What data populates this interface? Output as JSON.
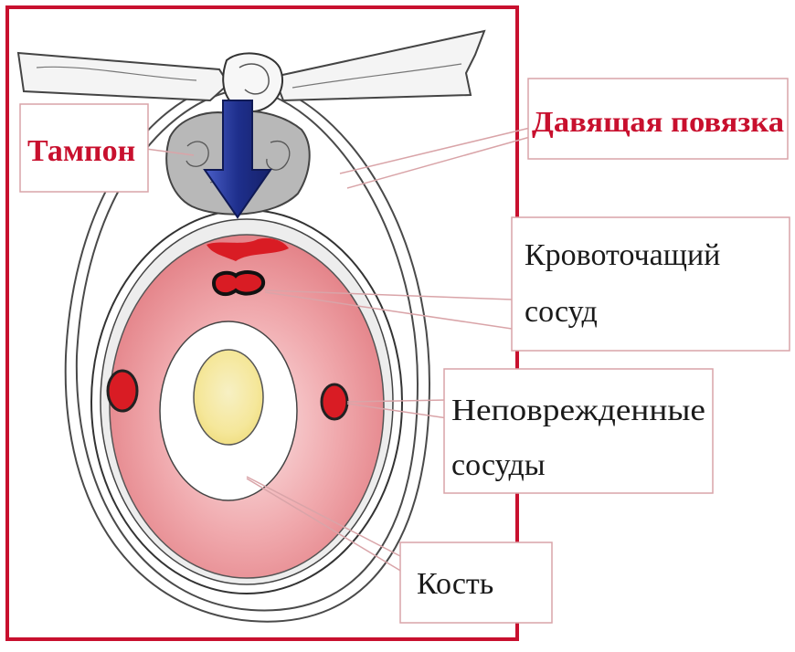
{
  "labels": {
    "tampon": "Тампон",
    "pressure_bandage": "Давящая повязка",
    "bleeding_vessel": [
      "Кровоточащий",
      "сосуд"
    ],
    "intact_vessels": [
      "Неповрежденные",
      "сосуды"
    ],
    "bone": "Кость"
  },
  "colors": {
    "frame": "#c8102e",
    "label_red": "#c8102e",
    "label_black": "#1a1a1a",
    "muscle": "#e7868c",
    "blood": "#d91c24",
    "bone": "#f5e79a",
    "tampon": "#b8b8b8",
    "arrow": "#1e2f8c",
    "box_border": "#d9a4a8"
  },
  "icons": {
    "arrow": "down-arrow-icon"
  }
}
